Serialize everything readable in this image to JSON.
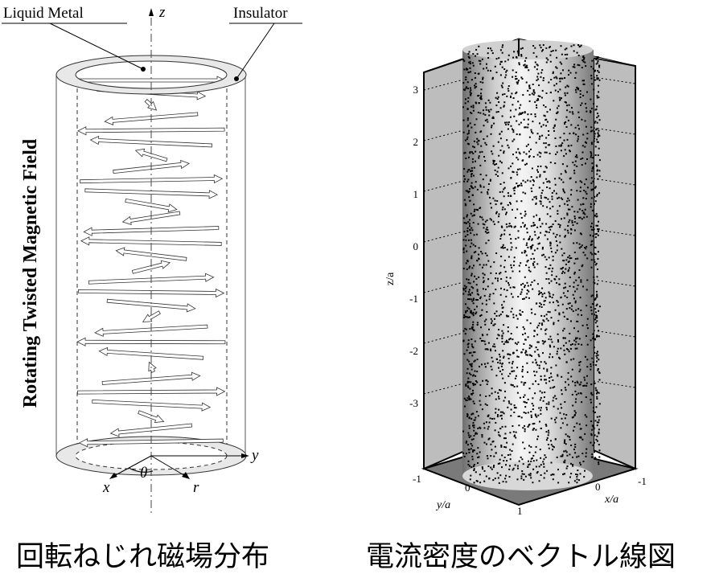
{
  "left_diagram": {
    "label_liquid_metal": "Liquid Metal",
    "label_insulator": "Insulator",
    "axis_z": "z",
    "axis_y": "y",
    "axis_x": "x",
    "axis_r": "r",
    "angle_theta": "θ",
    "side_title": "Rotating Twisted Magnetic Field",
    "caption": "回転ねじれ磁場分布"
  },
  "right_plot": {
    "z_ticks": [
      "3",
      "2",
      "1",
      "0",
      "-1",
      "-2",
      "-3"
    ],
    "z_label": "z/a",
    "y_ticks": [
      "-1",
      "0",
      "1"
    ],
    "y_label": "y/a",
    "x_ticks": [
      "0",
      "-1"
    ],
    "x_label": "x/a",
    "caption": "電流密度のベクトル線図"
  },
  "colors": {
    "insulator": "#e8e8e8",
    "wall": "#bdbdbd",
    "floor": "#777777"
  }
}
